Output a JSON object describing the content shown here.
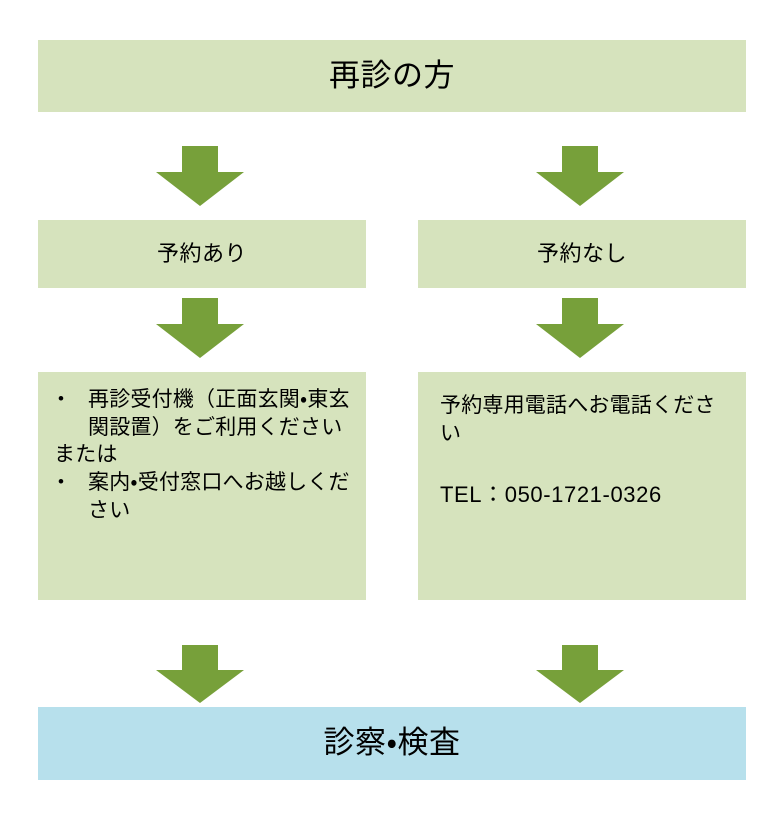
{
  "diagram": {
    "title": "再診の方",
    "colors": {
      "box_green": "#d6e3bd",
      "box_blue": "#b7e0ec",
      "arrow_green": "#77a03a",
      "text": "#000000",
      "background": "#ffffff"
    },
    "header": {
      "label": "再診の方"
    },
    "branches": [
      {
        "label": "予約あり",
        "detail": {
          "lines": [
            {
              "kind": "bullet",
              "text": "再診受付機（正面玄関・東玄関設置）をご利用ください"
            },
            {
              "kind": "plain",
              "text": "または"
            },
            {
              "kind": "bullet",
              "text": "案内・受付窓口へお越しください"
            }
          ]
        }
      },
      {
        "label": "予約なし",
        "detail": {
          "lines": [
            {
              "kind": "plain",
              "text": "予約専用電話へお電話ください"
            }
          ],
          "tel": "TEL：050-1721-0326"
        }
      }
    ],
    "footer": {
      "label": "診察・検査"
    },
    "bullet_glyph": "•",
    "arrows": [
      {
        "name": "arrow-top-left",
        "from": "再診の方",
        "to": "予約あり"
      },
      {
        "name": "arrow-top-right",
        "from": "再診の方",
        "to": "予約なし"
      },
      {
        "name": "arrow-mid-left",
        "from": "予約あり",
        "to": "再診受付機（正面玄関・東玄関設置）をご利用ください"
      },
      {
        "name": "arrow-mid-right",
        "from": "予約なし",
        "to": "予約専用電話へお電話ください"
      },
      {
        "name": "arrow-bottom-left",
        "from": "再診受付機（正面玄関・東玄関設置）をご利用ください",
        "to": "診察・検査"
      },
      {
        "name": "arrow-bottom-right",
        "from": "予約専用電話へお電話ください",
        "to": "診察・検査"
      }
    ]
  }
}
